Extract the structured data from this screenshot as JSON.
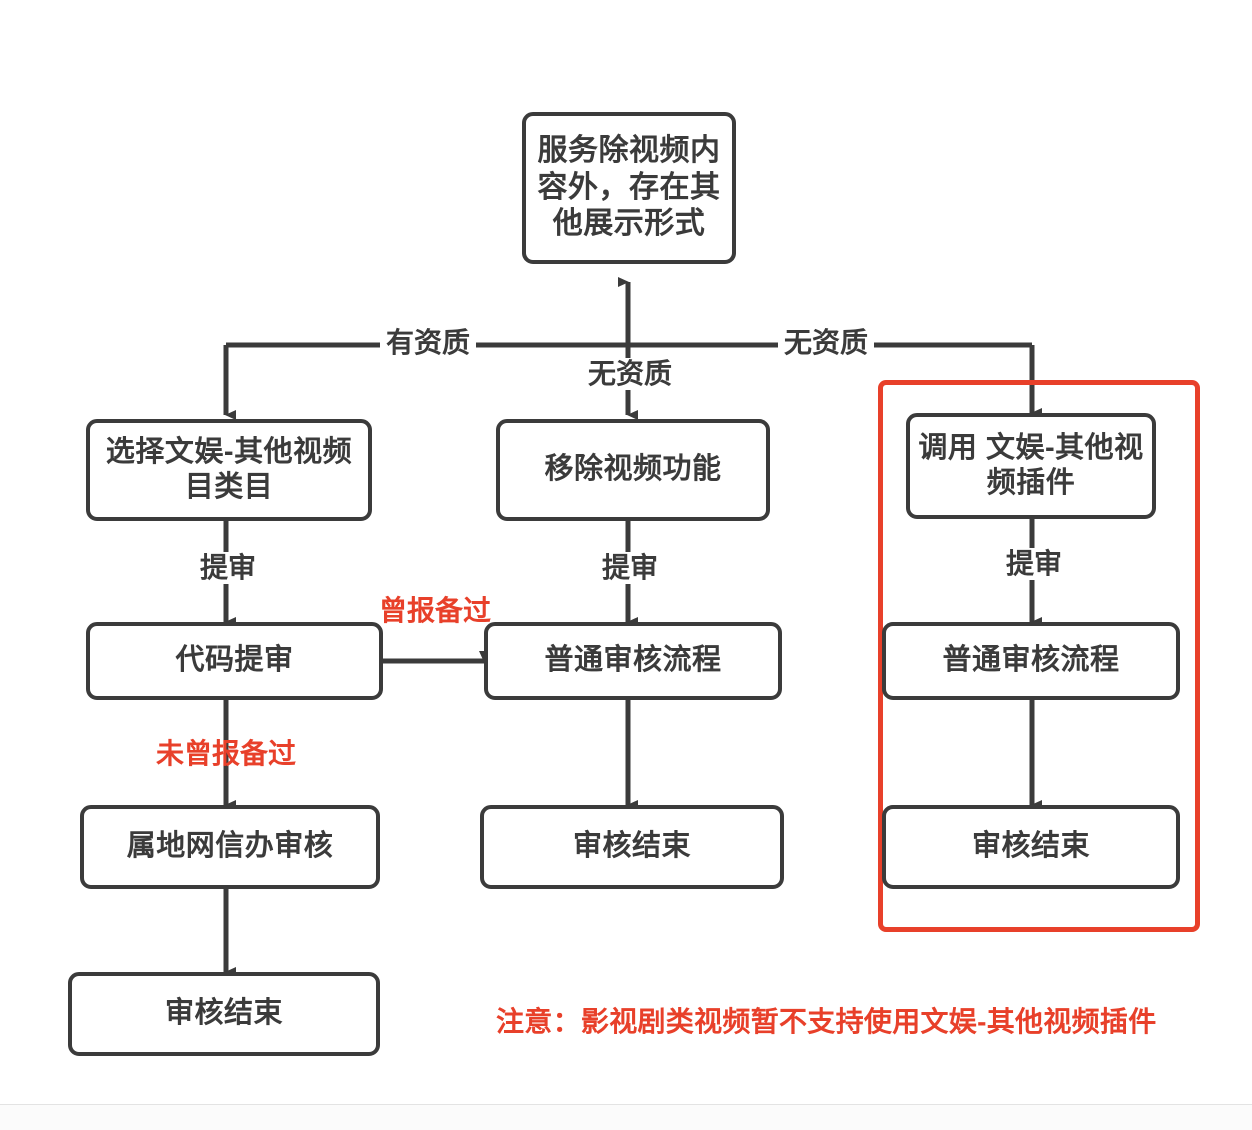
{
  "diagram": {
    "title_text": "",
    "colors": {
      "node_border": "#3b3b3b",
      "node_text": "#3b3b3b",
      "wire": "#3b3b3b",
      "accent_red": "#e8402a",
      "background": "#ffffff"
    },
    "nodes": {
      "top": "服务除视频内容外，存在其他展示形式",
      "left_1": "选择文娱-其他视频目类目",
      "left_2": "代码提审",
      "left_3": "属地网信办审核",
      "left_4": "审核结束",
      "mid_1": "移除视频功能",
      "mid_2": "普通审核流程",
      "mid_3": "审核结束",
      "right_1": "调用 文娱-其他视频插件",
      "right_2": "普通审核流程",
      "right_3": "审核结束"
    },
    "edge_labels": {
      "branch_left": "有资质",
      "branch_center": "无资质",
      "branch_right": "无资质",
      "left_submit": "提审",
      "mid_submit": "提审",
      "right_submit": "提审",
      "filed_before": "曾报备过",
      "never_filed": "未曾报备过"
    },
    "footnote": "注意：影视剧类视频暂不支持使用文娱-其他视频插件"
  }
}
